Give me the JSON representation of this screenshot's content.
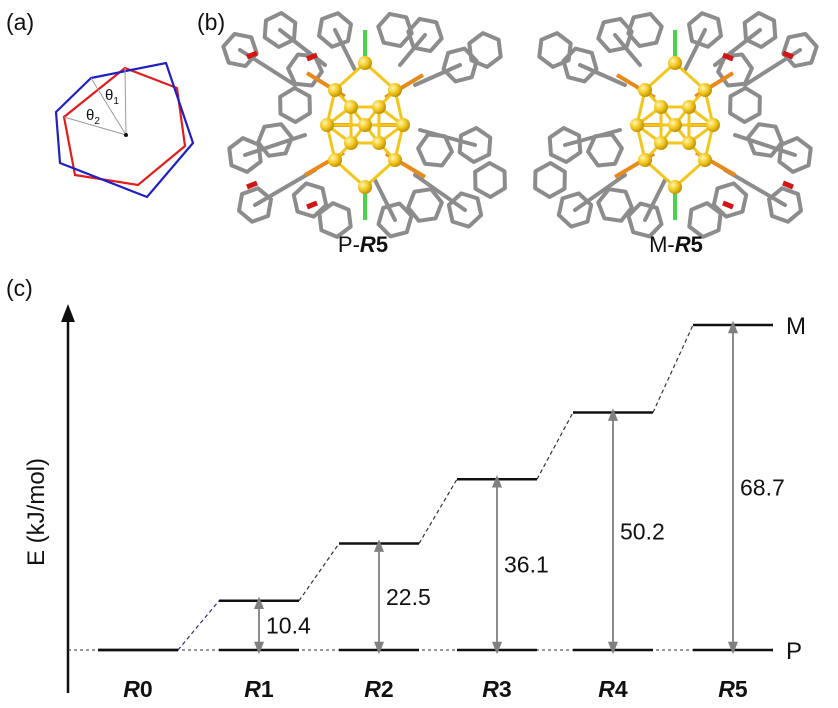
{
  "panels": {
    "a": "(a)",
    "b": "(b)",
    "c": "(c)"
  },
  "angle_labels": {
    "theta1": "θ",
    "theta1_sub": "1",
    "theta2": "θ",
    "theta2_sub": "2"
  },
  "structures": [
    {
      "prefix": "P-",
      "name": "R",
      "suffix": "5"
    },
    {
      "prefix": "M-",
      "name": "R",
      "suffix": "5"
    }
  ],
  "colors": {
    "polygon_red": "#e11d1d",
    "polygon_blue": "#1f1fc2",
    "gold": "#f3c61b",
    "orange_bond": "#e8891c",
    "grey_bond": "#8c8c8c",
    "oxygen_red": "#d11616",
    "chlorine_green": "#4bd34b",
    "connector_navy": "#2b2b7a",
    "gap_arrow": "#808080"
  },
  "chart_data": {
    "type": "energy-level diagram",
    "ylabel": "E  (kJ/mol)",
    "categories": [
      {
        "name": "R",
        "index": "0"
      },
      {
        "name": "R",
        "index": "1"
      },
      {
        "name": "R",
        "index": "2"
      },
      {
        "name": "R",
        "index": "3"
      },
      {
        "name": "R",
        "index": "4"
      },
      {
        "name": "R",
        "index": "5"
      }
    ],
    "values": [
      0,
      10.4,
      22.5,
      36.1,
      50.2,
      68.7
    ],
    "value_labels": [
      "",
      "10.4",
      "22.5",
      "36.1",
      "50.2",
      "68.7"
    ],
    "baseline_label": "P",
    "top_label": "M"
  }
}
